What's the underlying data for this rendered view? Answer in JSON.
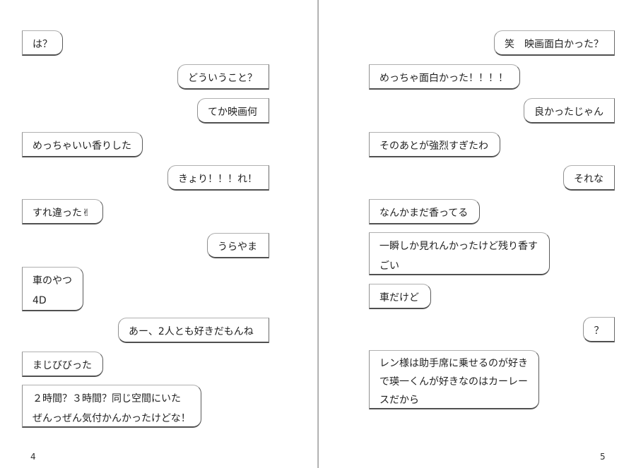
{
  "left_page": {
    "messages": [
      {
        "text": "は？"
      },
      {
        "text": "どういうこと？"
      },
      {
        "text": "てか映画何"
      },
      {
        "text": "めっちゃいい香りした"
      },
      {
        "text": "きょり！！！れ！"
      },
      {
        "text": "すれ違った✌"
      },
      {
        "text": "うらやま"
      },
      {
        "lines": [
          "車のやつ",
          "4D"
        ]
      },
      {
        "text": "あー、2人とも好きだもんね"
      },
      {
        "text": "まじびびった"
      },
      {
        "lines": [
          "２時間？３時間？同じ空間にいた",
          "ぜんっぜん気付かんかったけどな！"
        ]
      }
    ],
    "page_number": "4"
  },
  "right_page": {
    "messages": [
      {
        "text": "笑　映画面白かった？"
      },
      {
        "text": "めっちゃ面白かった！！！！"
      },
      {
        "text": "良かったじゃん"
      },
      {
        "text": "そのあとが強烈すぎたわ"
      },
      {
        "text": "それな"
      },
      {
        "text": "なんかまだ香ってる"
      },
      {
        "lines": [
          "一瞬しか見れんかったけど残り香す",
          "ごい"
        ]
      },
      {
        "text": "車だけど"
      },
      {
        "text": "？"
      },
      {
        "lines": [
          "レン様は助手席に乗せるのが好き",
          "で瑛一くんが好きなのはカーレー",
          "スだから"
        ]
      }
    ],
    "page_number": "5"
  }
}
